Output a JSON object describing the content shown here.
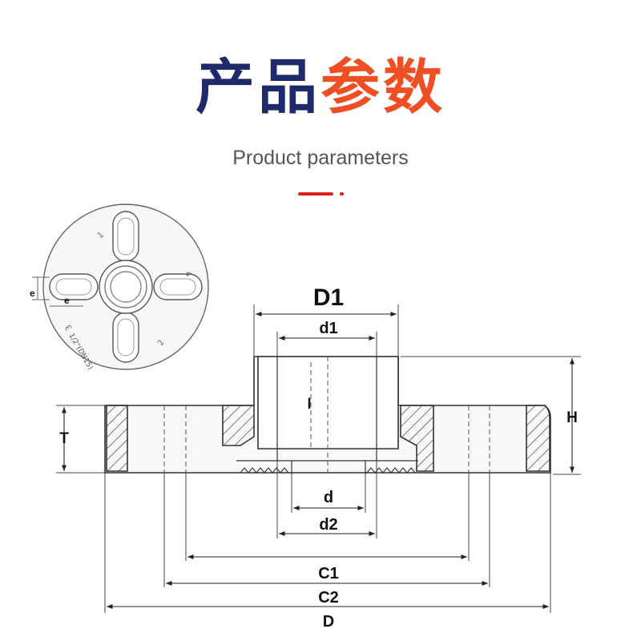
{
  "header": {
    "title_part1": "产品",
    "title_part2": "参数",
    "subtitle": "Product parameters",
    "colors": {
      "title_dark": "#1f2a6b",
      "title_accent": "#f04e23",
      "underline": "#d9231a"
    }
  },
  "top_view": {
    "hole_labels": [
      "1",
      "4",
      "3",
      "2"
    ],
    "size_text": "1/2\"(DN15)",
    "dim_e_vertical": "e",
    "dim_e_horizontal": "e"
  },
  "section_view": {
    "dims": {
      "D1": "D1",
      "d1": "d1",
      "l": "l",
      "H": "H",
      "T": "T",
      "d": "d",
      "d2": "d2",
      "C1": "C1",
      "C2": "C2",
      "D": "D"
    }
  }
}
